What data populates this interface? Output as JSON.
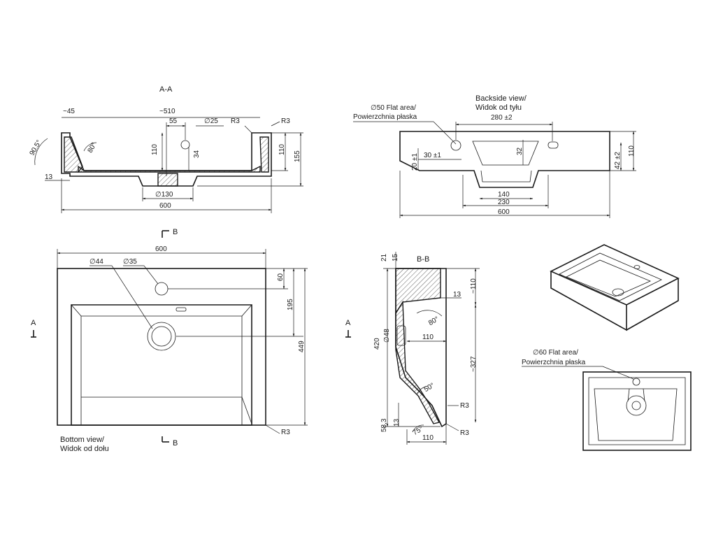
{
  "section_aa": {
    "title": "A-A",
    "dims": {
      "rim_offset": "~45",
      "inner_width": "~510",
      "hole_offset": "55",
      "hole_diameter": "∅25",
      "radius_top": "R3",
      "radius_right": "R3",
      "angle_chamfer": "90.5°",
      "angle_inner": "80°",
      "h_110": "110",
      "h_34": "34",
      "h_110_right": "110",
      "h_155": "155",
      "bottom_13": "13",
      "drain_diameter": "∅130",
      "total_width": "600"
    }
  },
  "backside_view": {
    "title_en": "Backside  view/",
    "title_pl": "Widok od tyłu",
    "flat_area_en": "∅50 Flat area/",
    "flat_area_pl": "Powierzchnia płaska",
    "dims": {
      "hole_spacing": "280 ±2",
      "h_32": "32",
      "h_20": "20 ±1",
      "w_30": "30 ±1",
      "h_42": "42 ±2",
      "h_110": "110",
      "w_140": "140",
      "w_230": "230",
      "w_600": "600"
    }
  },
  "bottom_view": {
    "section_label_top": "B",
    "section_label_bottom": "B",
    "section_label_a": "A",
    "title_en": "Bottom view/",
    "title_pl": "Widok od dołu",
    "dims": {
      "width": "600",
      "drain_diameter": "∅44",
      "tap_diameter": "∅35",
      "d_60": "60",
      "d_195": "195",
      "d_449": "449",
      "radius": "R3"
    }
  },
  "section_bb": {
    "title": "B-B",
    "section_label_a": "A",
    "dims": {
      "top_21": "21",
      "top_15": "15",
      "h_110": "~110",
      "h_13": "13",
      "angle_80": "80°",
      "drain_diameter": "∅48",
      "total_420": "420",
      "depth_110": "110",
      "h_327": "~327",
      "angle_50": "50°",
      "radius_r3_a": "R3",
      "h_58": "58,3",
      "h_13_bottom": "13",
      "angle_75": "75°",
      "radius_r3_b": "R3",
      "bottom_110": "110"
    }
  },
  "detail_view": {
    "flat_area_en": "∅60 Flat area/",
    "flat_area_pl": "Powierzchnia płaska"
  }
}
